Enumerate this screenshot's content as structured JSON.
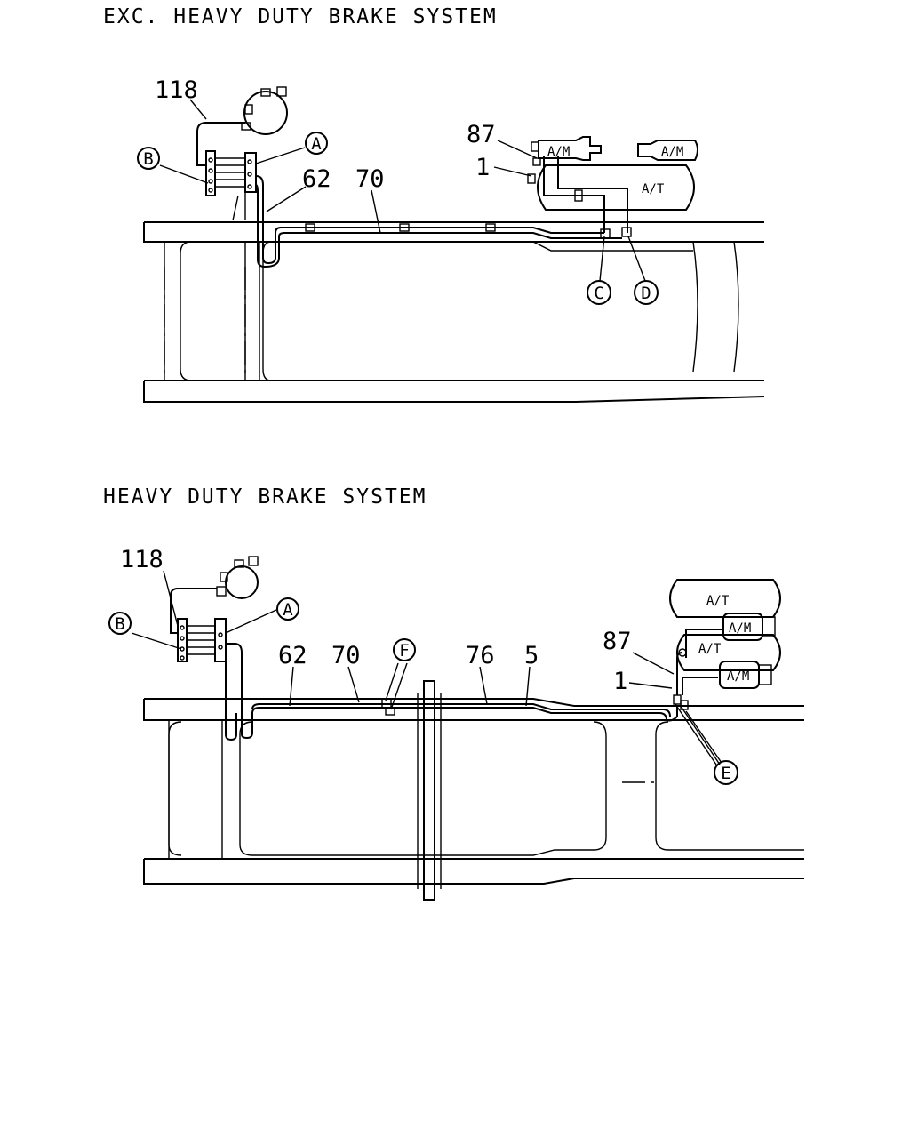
{
  "diagram_a": {
    "title": "EXC. HEAVY DUTY BRAKE SYSTEM",
    "callouts": {
      "n118": "118",
      "n62": "62",
      "n70": "70",
      "n87": "87",
      "n1": "1",
      "A": "A",
      "B": "B",
      "C": "C",
      "D": "D"
    },
    "tanks": {
      "am_front": "A/M",
      "am_rear": "A/M",
      "at": "A/T"
    }
  },
  "diagram_b": {
    "title": "HEAVY DUTY BRAKE SYSTEM",
    "callouts": {
      "n118": "118",
      "n62": "62",
      "n70": "70",
      "n76": "76",
      "n5": "5",
      "n87": "87",
      "n1": "1",
      "A": "A",
      "B": "B",
      "E": "E",
      "F": "F"
    },
    "tanks": {
      "at_top": "A/T",
      "am_upper": "A/M",
      "at_mid": "A/T",
      "am_lower": "A/M"
    }
  }
}
